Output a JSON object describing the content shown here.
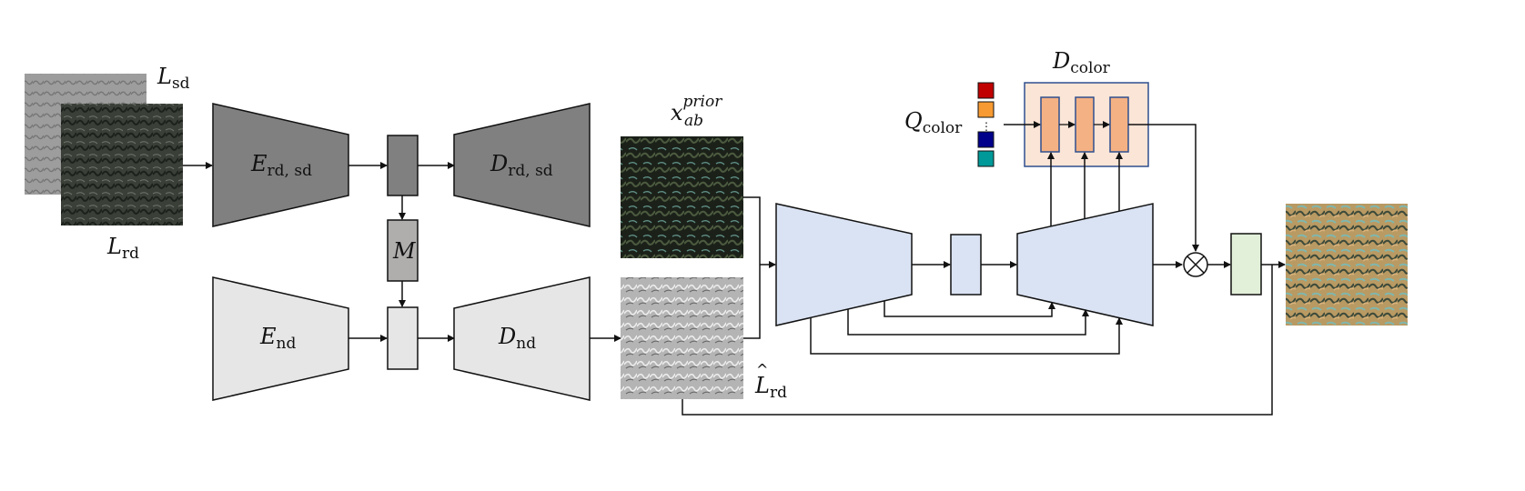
{
  "labels": {
    "L_sd": {
      "main": "L",
      "sub": "sd"
    },
    "L_rd": {
      "main": "L",
      "sub": "rd"
    },
    "E_rdsd": {
      "main": "E",
      "sub": "rd, sd"
    },
    "D_rdsd": {
      "main": "D",
      "sub": "rd, sd"
    },
    "M": {
      "main": "M"
    },
    "E_nd": {
      "main": "E",
      "sub": "nd"
    },
    "D_nd": {
      "main": "D",
      "sub": "nd"
    },
    "x_prior": {
      "main": "x",
      "sub": "ab",
      "sup": "prior"
    },
    "L_hat": {
      "main": "L",
      "hat": "^",
      "sub": "rd"
    },
    "Q_color": {
      "main": "Q",
      "sub": "color"
    },
    "D_color": {
      "main": "D",
      "sub": "color"
    },
    "dots": "⋮",
    "otimes_symbol": "×"
  },
  "colors": {
    "encoder_dark": "#808080",
    "encoder_light": "#e6e6e6",
    "memory": "#b0adad",
    "unet": "#dae3f3",
    "color_decoder_bg": "#fbe5d6",
    "color_decoder_border": "#2f4f8f",
    "color_block": "#f4b183",
    "output_block": "#e2f0d9",
    "palette": [
      "#c00000",
      "#f79a32",
      "#00008b",
      "#009999"
    ]
  }
}
